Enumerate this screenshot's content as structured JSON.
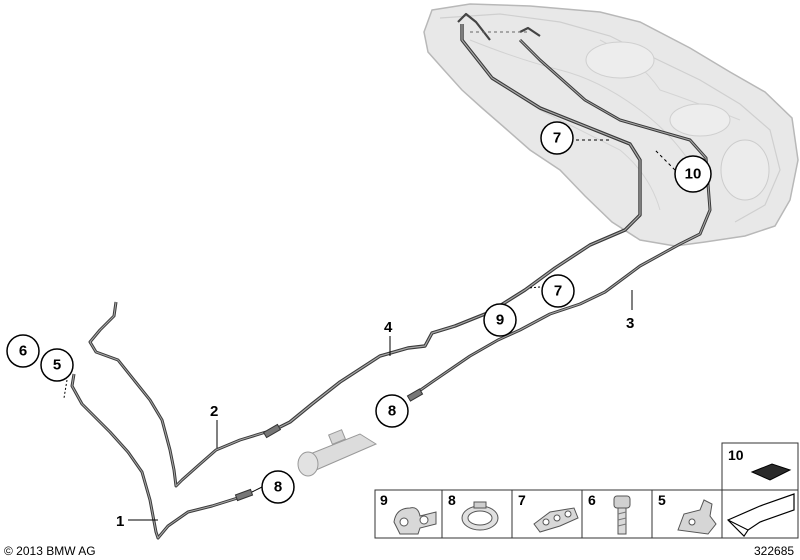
{
  "callouts": {
    "c1": "1",
    "c2": "2",
    "c3": "3",
    "c4": "4",
    "c5": "5",
    "c6": "6",
    "c7a": "7",
    "c7b": "7",
    "c8a": "8",
    "c8b": "8",
    "c9": "9",
    "c10": "10"
  },
  "legend": {
    "items": [
      {
        "num": "9",
        "part": "double-pipe-clip"
      },
      {
        "num": "8",
        "part": "hose-clamp"
      },
      {
        "num": "7",
        "part": "triple-pipe-clip"
      },
      {
        "num": "6",
        "part": "screw"
      },
      {
        "num": "5",
        "part": "pipe-holder"
      }
    ],
    "box10": {
      "num": "10",
      "part": "foam-pad"
    }
  },
  "footer": {
    "copyright": "© 2013 BMW AG",
    "diagram_id": "322685"
  },
  "colors": {
    "tank_fill": "#e6e6e6",
    "tank_stroke": "#bdbdbd",
    "pipe": "#444444",
    "pipe_highlight": "#9a9a9a",
    "legend_border": "#333333"
  }
}
